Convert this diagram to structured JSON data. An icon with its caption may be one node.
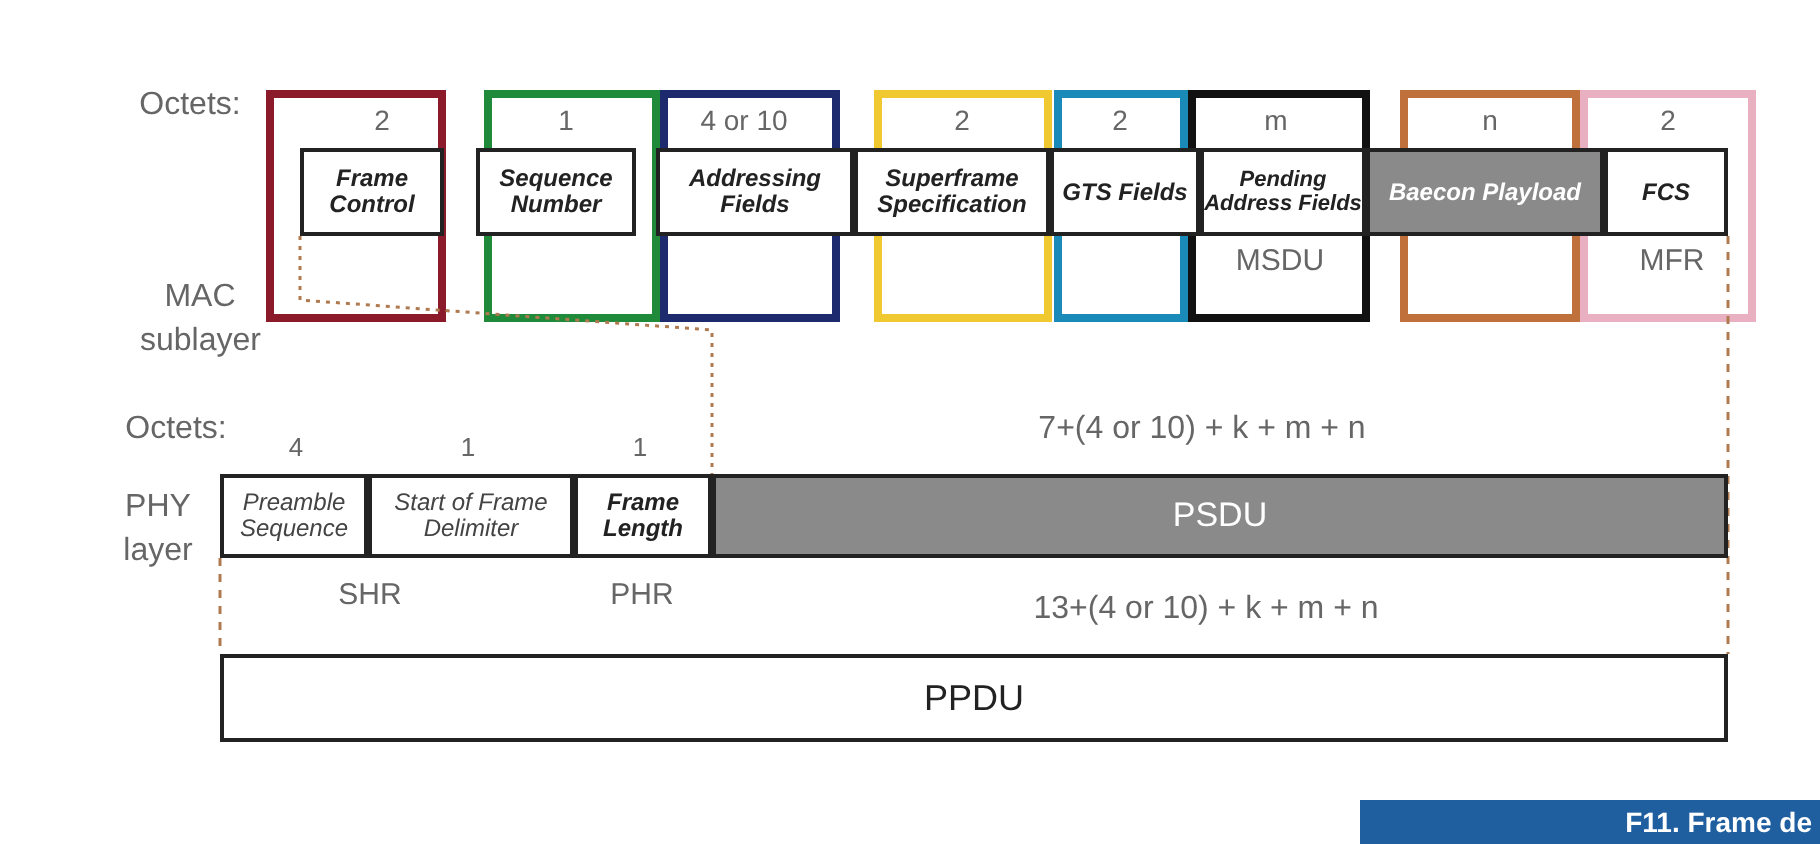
{
  "diagram": {
    "caption": "F11. Frame de",
    "nodes": [
      {
        "text": [
          "Frame Control"
        ]
      },
      {
        "text": [
          "Sequence Number"
        ]
      },
      {
        "text": [
          "Addressing Fields"
        ]
      },
      {
        "text": [
          "Superframe Specification"
        ]
      },
      {
        "text": [
          "GTS Fields"
        ]
      },
      {
        "text": [
          "Pending Address Fields"
        ]
      },
      {
        "text": [
          "Baecon Playload"
        ]
      },
      {
        "text": [
          "FCS"
        ]
      },
      {
        "text": [
          "Preamble Sequence"
        ]
      },
      {
        "text": [
          "Start of Frame Delimiter"
        ]
      },
      {
        "text": [
          "Frame Length"
        ]
      },
      {
        "text": [
          "PSDU"
        ]
      },
      {
        "text": [
          "PPDU"
        ]
      }
    ],
    "labels": [
      "Octets:",
      "2",
      "1",
      "4 or 10",
      "2",
      "2",
      "m",
      "n",
      "2",
      "MAC sublayer",
      "MSDU",
      "MFR",
      "Octets:",
      "4",
      "1",
      "1",
      "7+(4 or 10) + k + m + n",
      "PHY layer",
      "SHR",
      "PHR",
      "13+(4 or 10) + k + m + n"
    ]
  }
}
